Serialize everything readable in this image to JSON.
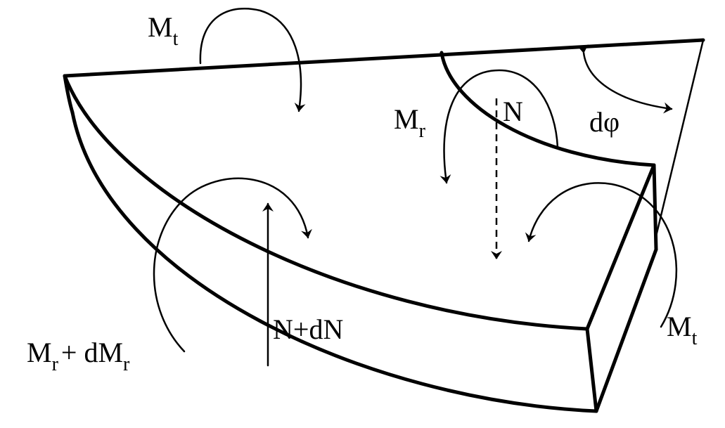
{
  "labels": {
    "mt_top": {
      "main": "M",
      "sub": "t"
    },
    "mr_top": {
      "main": "M",
      "sub": "r"
    },
    "n_top": "N",
    "dphi": "dφ",
    "mr_bottom": {
      "main": "M",
      "sub": "r",
      "mid": "+ dM",
      "sub2": "r"
    },
    "n_bottom": "N+dN",
    "mt_right": {
      "main": "M",
      "sub": "t"
    }
  }
}
